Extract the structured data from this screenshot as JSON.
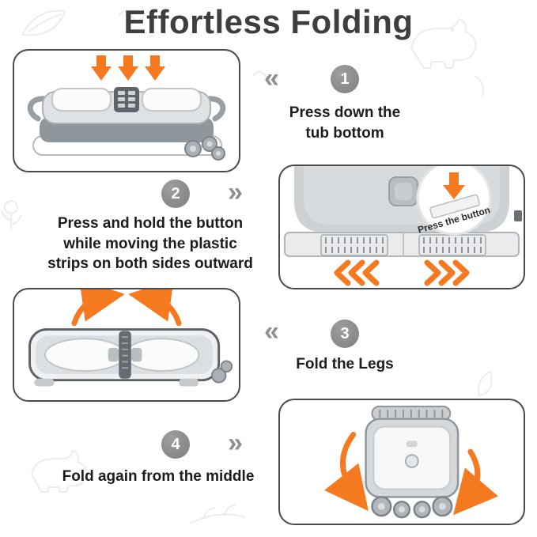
{
  "title": "Effortless Folding",
  "steps": [
    {
      "number": "1",
      "lines": [
        "Press down the",
        "tub bottom"
      ]
    },
    {
      "number": "2",
      "lines": [
        "Press and hold the button",
        "while moving the plastic",
        "strips on both sides outward"
      ]
    },
    {
      "number": "3",
      "lines": [
        "Fold the Legs"
      ]
    },
    {
      "number": "4",
      "lines": [
        "Fold again from the middle"
      ]
    }
  ],
  "callout": {
    "label": "Press the button"
  },
  "icons": {
    "chevron_left": "«",
    "chevron_right": "»"
  },
  "colors": {
    "accent": "#F4791F",
    "step_circle": "#8A8A8A",
    "text": "#1F1F1F",
    "box_border": "#4A4A4A"
  }
}
